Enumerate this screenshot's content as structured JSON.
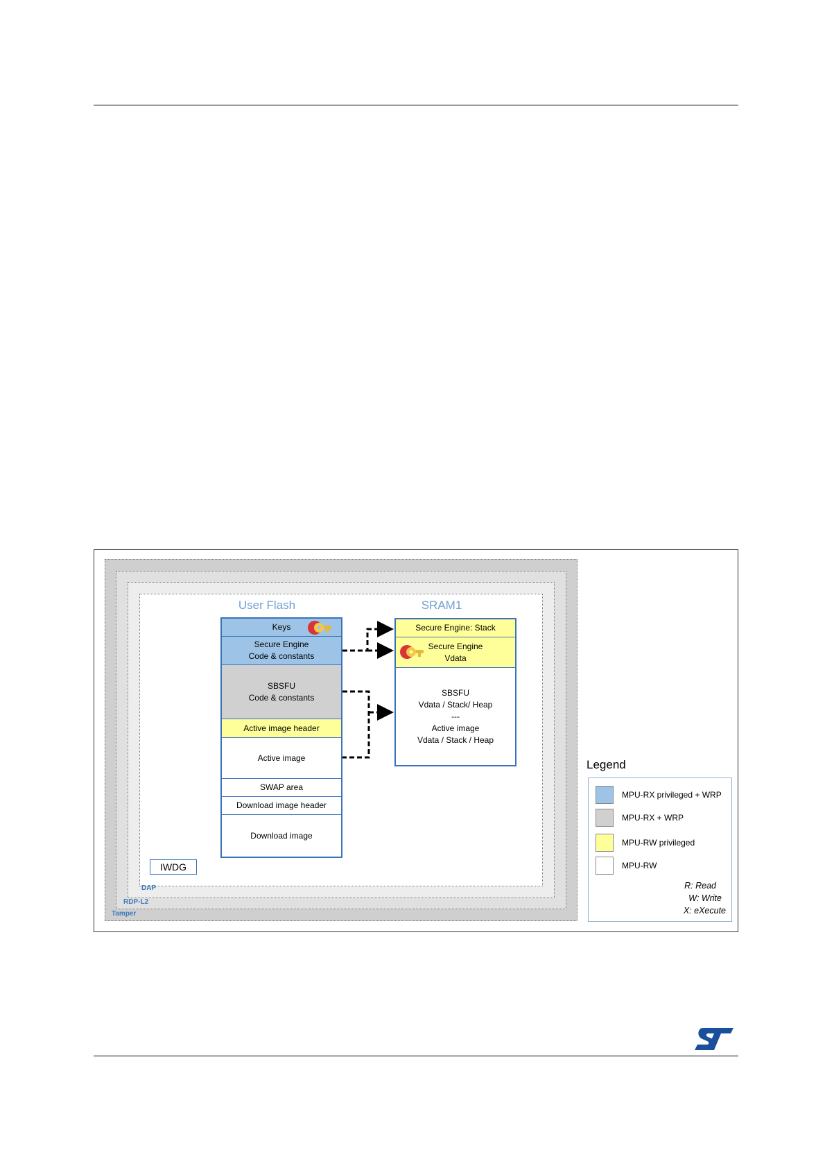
{
  "diagram": {
    "zones": {
      "tamper": "Tamper",
      "rdp": "RDP-L2",
      "dap": "DAP"
    },
    "user_flash": {
      "title": "User Flash",
      "cells": {
        "keys": "Keys",
        "se_code_1": "Secure Engine",
        "se_code_2": "Code & constants",
        "sbsfu_1": "SBSFU",
        "sbsfu_2": "Code & constants",
        "active_header": "Active image  header",
        "active_image": "Active image",
        "swap": "SWAP area",
        "download_header": "Download image header",
        "download_image": "Download image"
      }
    },
    "sram1": {
      "title": "SRAM1",
      "cells": {
        "se_stack": "Secure Engine:  Stack",
        "se_vdata_1": "Secure Engine",
        "se_vdata_2": "Vdata",
        "sbsfu": "SBSFU",
        "sbsfu_vdata": "Vdata / Stack/ Heap",
        "separator": "---",
        "active_image": "Active image",
        "active_vdata": "Vdata / Stack / Heap"
      }
    },
    "iwdg": "IWDG",
    "legend": {
      "title": "Legend",
      "items": [
        {
          "label": "MPU-RX privileged + WRP",
          "color": "#9dc3e6"
        },
        {
          "label": "MPU-RX + WRP",
          "color": "#d0d0d0"
        },
        {
          "label": "MPU-RW privileged",
          "color": "#ffff99"
        },
        {
          "label": "MPU-RW",
          "color": "#ffffff"
        }
      ],
      "abbreviations": [
        "R: Read",
        "W: Write",
        "X: eXecute"
      ]
    },
    "colors": {
      "accent_blue": "#3b73b9",
      "title_blue": "#6fa1d2",
      "st_logo": "#1a4f9c"
    }
  }
}
